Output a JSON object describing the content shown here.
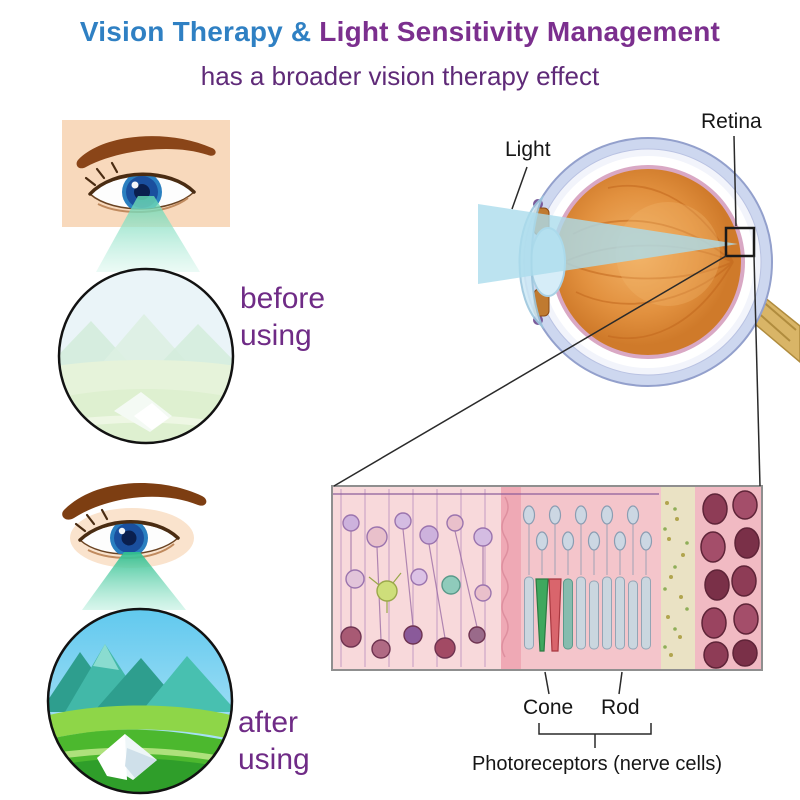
{
  "header": {
    "title_blue": "Vision Therapy & ",
    "title_purple": "Light Sensitivity Management",
    "subtitle": "has a broader vision therapy effect"
  },
  "comparison": {
    "before": {
      "line1": "before",
      "line2": "using"
    },
    "after": {
      "line1": "after",
      "line2": "using"
    }
  },
  "anatomy": {
    "light_label": "Light",
    "retina_label": "Retina"
  },
  "retina_panel": {
    "cone_label": "Cone",
    "rod_label": "Rod",
    "photoreceptors_label": "Photoreceptors (nerve cells)"
  },
  "illustrations": {
    "before_eye": "eye-with-eyebrow-looking-at-faded-landscape",
    "after_eye": "eye-with-eyebrow-looking-at-vivid-landscape",
    "eye_cross_section": "eyeball-cross-section-with-light-beam",
    "retina_histology": "retina-cell-layers-with-rods-and-cones"
  },
  "colors": {
    "title_blue": "#2f80c3",
    "title_purple": "#7b2f8e",
    "subtitle_purple": "#5f2a78",
    "caption_purple": "#6f2b86",
    "cone_beam_teal": "#5fd4ae",
    "eye_interior_orange": "#e2913f",
    "panel_pink": "#f6ccd2"
  }
}
